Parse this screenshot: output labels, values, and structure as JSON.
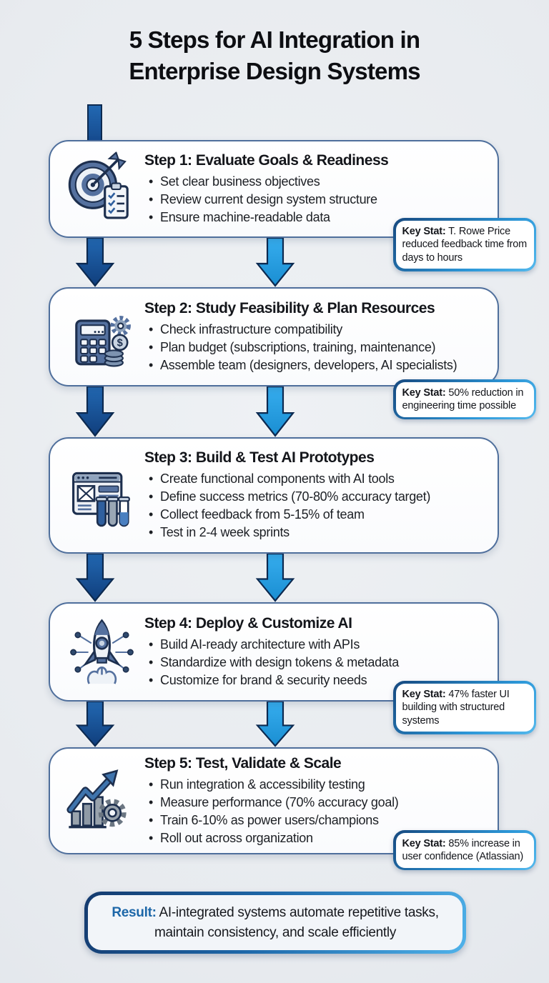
{
  "title": {
    "lines": [
      "5 Steps for AI Integration in",
      "Enterprise Design Systems"
    ]
  },
  "steps": [
    {
      "number": 1,
      "title": "Step 1: Evaluate Goals & Readiness",
      "icon": "target-checklist-icon",
      "bullets": [
        "Set clear business objectives",
        "Review current design system structure",
        "Ensure machine-readable data"
      ],
      "stat": {
        "label": "Key Stat:",
        "text": " T. Rowe Price reduced feedback time from days to hours"
      }
    },
    {
      "number": 2,
      "title": "Step 2: Study Feasibility & Plan Resources",
      "icon": "calculator-budget-icon",
      "bullets": [
        "Check infrastructure compatibility",
        "Plan budget (subscriptions, training, maintenance)",
        "Assemble team (designers, developers, AI specialists)"
      ],
      "stat": {
        "label": "Key Stat:",
        "text": " 50% reduction in engineering time possible"
      }
    },
    {
      "number": 3,
      "title": "Step 3: Build & Test AI Prototypes",
      "icon": "prototype-testing-icon",
      "bullets": [
        "Create functional components with AI tools",
        "Define success metrics (70-80% accuracy target)",
        "Collect feedback from 5-15% of team",
        "Test in 2-4 week sprints"
      ]
    },
    {
      "number": 4,
      "title": "Step 4: Deploy & Customize AI",
      "icon": "rocket-deploy-icon",
      "bullets": [
        "Build AI-ready architecture with APIs",
        "Standardize with design tokens & metadata",
        "Customize for brand & security needs"
      ],
      "stat": {
        "label": "Key Stat:",
        "text": " 47% faster UI building with structured systems"
      }
    },
    {
      "number": 5,
      "title": "Step 5: Test, Validate & Scale",
      "icon": "growth-chart-gear-icon",
      "bullets": [
        "Run integration & accessibility testing",
        "Measure performance (70% accuracy goal)",
        "Train 6-10% as power users/champions",
        "Roll out across organization"
      ],
      "stat": {
        "label": "Key Stat:",
        "text": " 85% increase in user confidence (Atlassian)"
      }
    }
  ],
  "result": {
    "label": "Result:",
    "text": " AI-integrated systems automate repetitive tasks, maintain consistency, and scale efficiently"
  },
  "icons": {
    "dollar_glyph": "$",
    "step_icons": [
      "target-checklist-icon",
      "calculator-budget-icon",
      "prototype-testing-icon",
      "rocket-deploy-icon",
      "growth-chart-gear-icon"
    ]
  },
  "colors": {
    "background": "#e8ebef",
    "card_border": "#4f6f9c",
    "arrow_dark": "#15498c",
    "arrow_light": "#2ba4e8",
    "stat_border_from": "#17497f",
    "stat_border_to": "#55b9ec",
    "result_label": "#1d67a8",
    "title_text": "#0d0e12"
  }
}
